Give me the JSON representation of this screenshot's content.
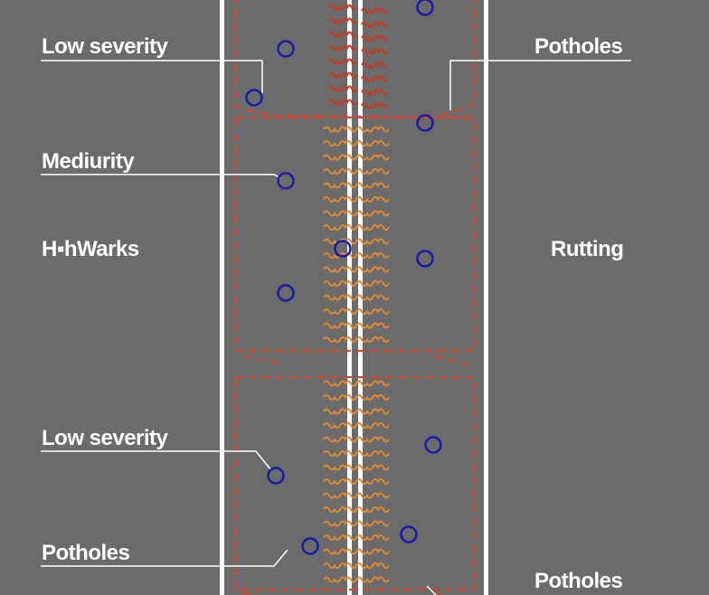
{
  "labels_left": [
    "Low severity",
    "Mediurity",
    "H▪hWarks",
    "Low severity",
    "Potholes"
  ],
  "labels_right": [
    "Potholes",
    "Rutting",
    "Potholes"
  ],
  "colors": {
    "background": "#6b6b6b",
    "lane_line": "#ffffff",
    "boundary": "#d9442b",
    "pothole": "#1a1aa8",
    "rutting_top": "#c9381f",
    "rutting": "#e08a35"
  }
}
